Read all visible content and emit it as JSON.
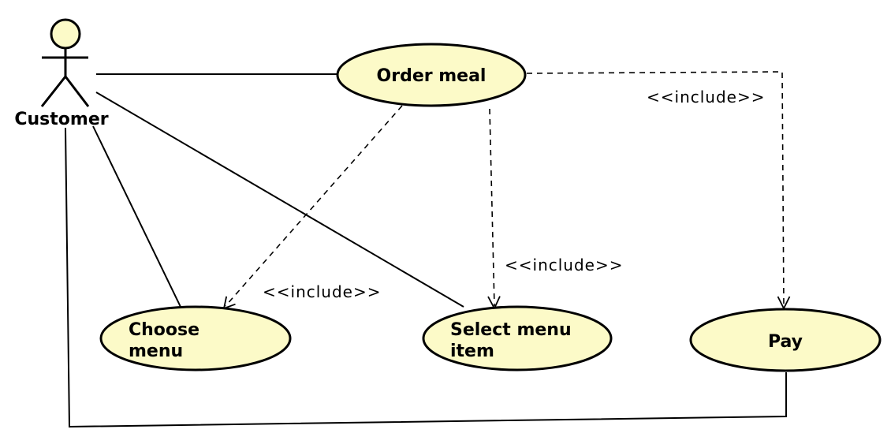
{
  "actor": {
    "name": "Customer"
  },
  "use_cases": {
    "order_meal": "Order meal",
    "choose_menu": [
      "Choose",
      "menu"
    ],
    "select_menu_item": [
      "Select menu",
      "item"
    ],
    "pay": "Pay"
  },
  "relationships": {
    "include_label": "<<include>>"
  },
  "colors": {
    "use_case_fill": "#fcfac8",
    "stroke": "#000000"
  }
}
